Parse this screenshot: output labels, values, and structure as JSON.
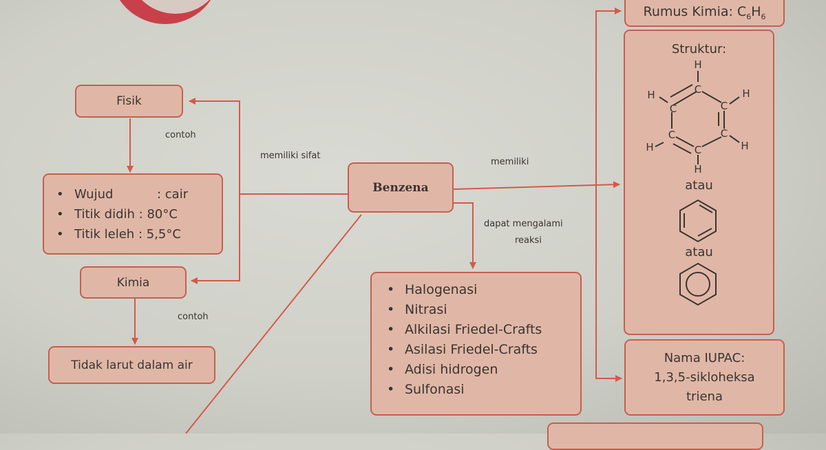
{
  "nodes": {
    "fisik": "Fisik",
    "kimia": "Kimia",
    "benzena": "Benzena",
    "physical_props": [
      {
        "name": "Wujud",
        "sep": ": cair"
      },
      {
        "name": "Titik didih",
        "sep": ": 80°C"
      },
      {
        "name": "Titik leleh",
        "sep": ": 5,5°C"
      }
    ],
    "tidak_larut": "Tidak larut dalam air",
    "reactions": [
      "Halogenasi",
      "Nitrasi",
      "Alkilasi Friedel-Crafts",
      "Asilasi Friedel-Crafts",
      "Adisi hidrogen",
      "Sulfonasi"
    ],
    "rumus_label": "Rumus Kimia: C",
    "rumus_sub1": "6",
    "rumus_h": "H",
    "rumus_sub2": "6",
    "struktur_title": "Struktur:",
    "atau_1": "atau",
    "atau_2": "atau",
    "iupac_title": "Nama IUPAC:",
    "iupac_line1": "1,3,5-sikloheksa",
    "iupac_line2": "triena"
  },
  "edge_labels": {
    "contoh_1": "contoh",
    "contoh_2": "contoh",
    "memiliki_sifat": "memiliki sifat",
    "memiliki": "memiliki",
    "dapat_1": "dapat mengalami",
    "dapat_2": "reaksi"
  },
  "kekule_atoms": {
    "c": "C",
    "h": "H"
  },
  "colors": {
    "box_fill": "#e0b7a6",
    "box_border": "#c4604f",
    "line": "#d45a48"
  }
}
